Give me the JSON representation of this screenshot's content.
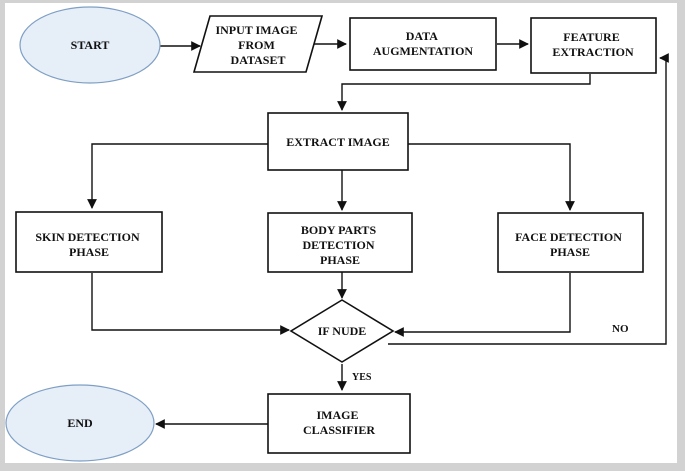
{
  "diagram": {
    "start": "START",
    "input_image": [
      "INPUT IMAGE",
      "FROM",
      "DATASET"
    ],
    "data_augmentation": [
      "DATA",
      "AUGMENTATION"
    ],
    "feature_extraction": [
      "FEATURE",
      "EXTRACTION"
    ],
    "extract_image": "EXTRACT IMAGE",
    "skin_detection": [
      "SKIN DETECTION",
      "PHASE"
    ],
    "body_parts_detection": [
      "BODY PARTS",
      "DETECTION",
      "PHASE"
    ],
    "face_detection": [
      "FACE DETECTION",
      "PHASE"
    ],
    "decision": "IF NUDE",
    "no_label": "NO",
    "yes_label": "YES",
    "image_classifier": [
      "IMAGE",
      "CLASSIFIER"
    ],
    "end": "END"
  },
  "colors": {
    "oval_fill": "#e6eef8",
    "oval_stroke": "#7f9fc4",
    "line": "#111111",
    "frame_border": "#d2d2d2"
  }
}
